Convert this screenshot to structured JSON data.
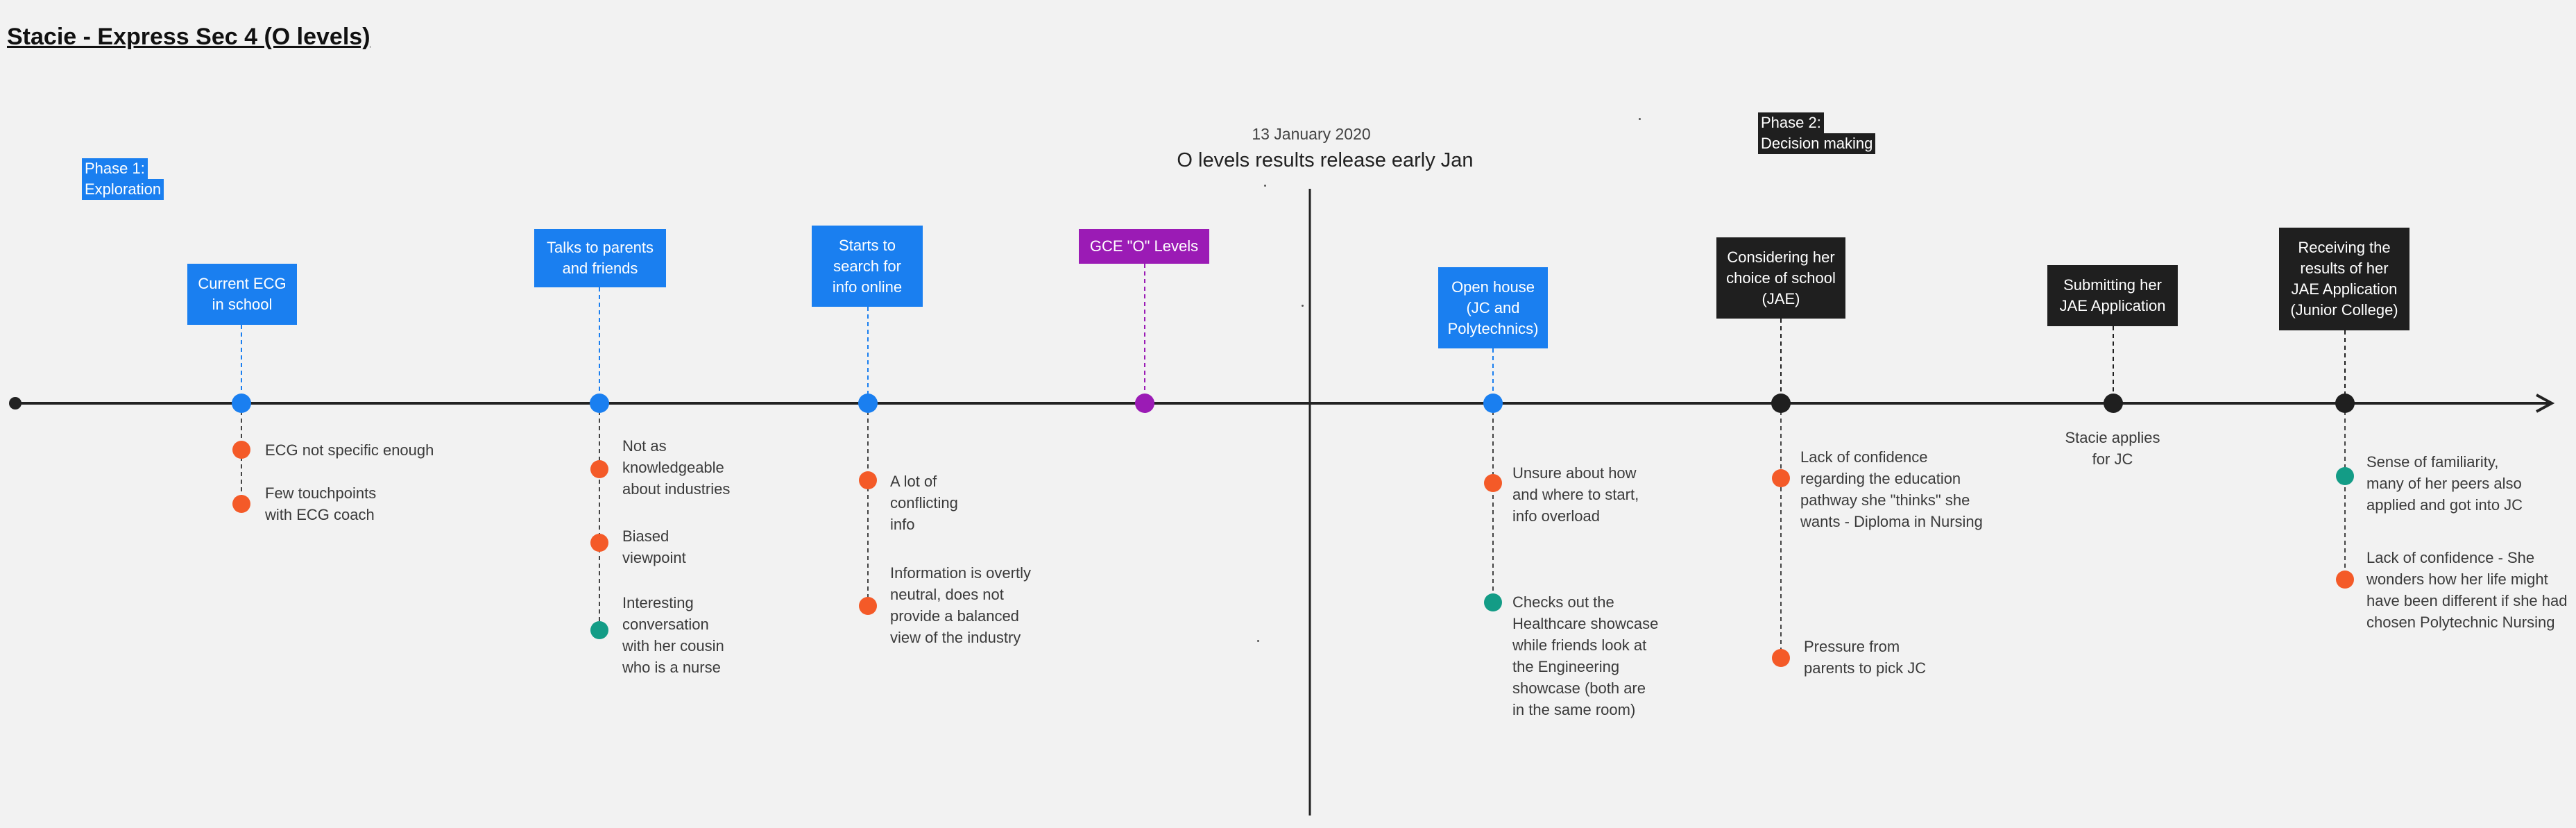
{
  "title": "Stacie - Express Sec 4 (O levels)",
  "phases": {
    "phase1": [
      "Phase 1:",
      "Exploration"
    ],
    "phase2": [
      "Phase 2:",
      "Decision making"
    ]
  },
  "milestone": {
    "date": "13 January 2020",
    "label": "O levels results release early Jan"
  },
  "colors": {
    "blue": "#1a7ff0",
    "black": "#1f1f1f",
    "purple": "#9b1bb5",
    "orange_pain": "#f45a28",
    "teal_positive": "#139c86",
    "timeline": "#222222"
  },
  "events": [
    {
      "label": "Current ECG\nin school",
      "color": "blue",
      "notes": [
        {
          "text": "ECG not specific enough",
          "tone": "orange"
        },
        {
          "text": "Few touchpoints\nwith ECG coach",
          "tone": "orange"
        }
      ]
    },
    {
      "label": "Talks to parents\nand friends",
      "color": "blue",
      "notes": [
        {
          "text": "Not as\nknowledgeable\nabout industries",
          "tone": "orange"
        },
        {
          "text": "Biased\nviewpoint",
          "tone": "orange"
        },
        {
          "text": "Interesting\nconversation\nwith her cousin\nwho is a nurse",
          "tone": "teal"
        }
      ]
    },
    {
      "label": "Starts to\nsearch for\ninfo online",
      "color": "blue",
      "notes": [
        {
          "text": "A lot of\nconflicting\ninfo",
          "tone": "orange"
        },
        {
          "text": "Information is overtly\nneutral, does not\nprovide a balanced\nview of the industry",
          "tone": "orange"
        }
      ]
    },
    {
      "label": "GCE \"O\" Levels",
      "color": "purple",
      "notes": []
    },
    {
      "label": "Open house\n(JC and\nPolytechnics)",
      "color": "blue",
      "notes": [
        {
          "text": "Unsure about how\nand where to start,\ninfo overload",
          "tone": "orange"
        },
        {
          "text": "Checks out the\nHealthcare showcase\nwhile friends look at\nthe Engineering\nshowcase (both are\nin the same room)",
          "tone": "teal"
        }
      ]
    },
    {
      "label": "Considering her\nchoice of school\n(JAE)",
      "color": "black",
      "notes": [
        {
          "text": "Lack of confidence\nregarding the education\npathway she \"thinks\" she\nwants - Diploma in Nursing",
          "tone": "orange"
        },
        {
          "text": "Pressure from\nparents to pick JC",
          "tone": "orange"
        }
      ]
    },
    {
      "label": "Submitting her\nJAE Application",
      "color": "black",
      "caption": "Stacie applies\nfor JC",
      "notes": []
    },
    {
      "label": "Receiving the\nresults of her\nJAE Application\n(Junior College)",
      "color": "black",
      "notes": [
        {
          "text": "Sense of familiarity,\nmany of her peers also\napplied and got into JC",
          "tone": "teal"
        },
        {
          "text": "Lack of confidence - She\nwonders how her life might\nhave been different if she had\nchosen Polytechnic Nursing",
          "tone": "orange"
        }
      ]
    }
  ]
}
